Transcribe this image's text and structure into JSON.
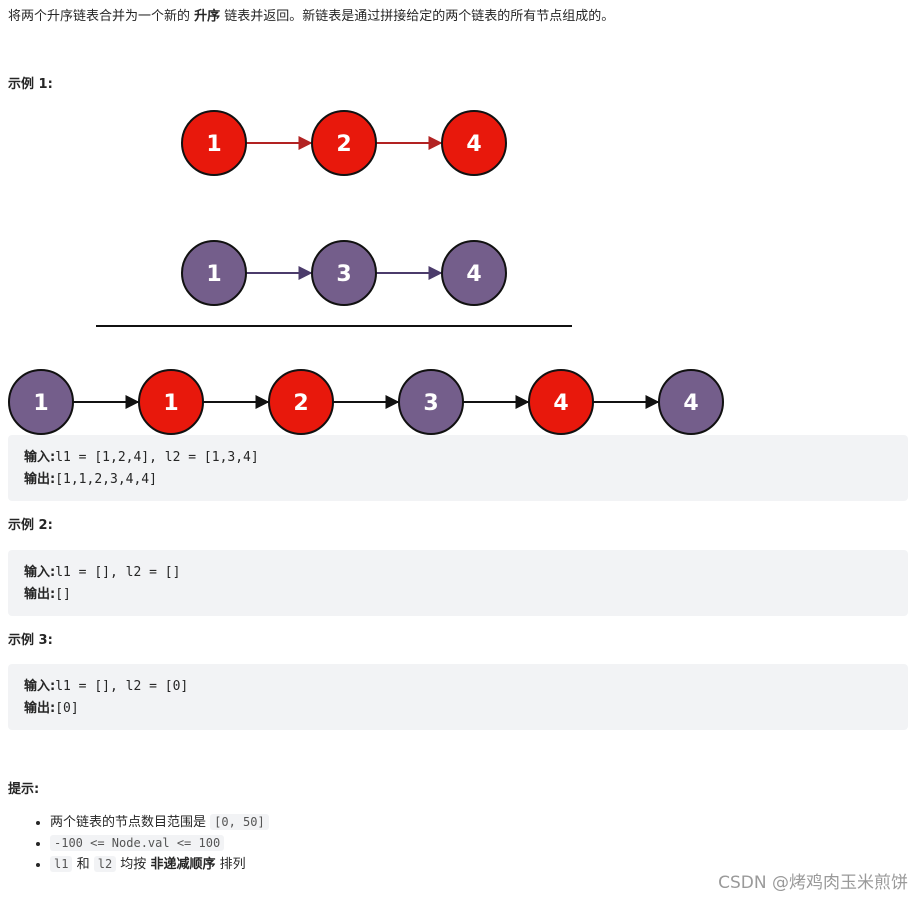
{
  "intro": {
    "part1": "将两个升序链表合并为一个新的 ",
    "bold": "升序",
    "part2": " 链表并返回。新链表是通过拼接给定的两个链表的所有节点组成的。"
  },
  "example1": {
    "title": "示例 1:",
    "input_label": "输入:",
    "input_value": "l1 = [1,2,4], l2 = [1,3,4]",
    "output_label": "输出:",
    "output_value": "[1,1,2,3,4,4]"
  },
  "example2": {
    "title": "示例 2:",
    "input_label": "输入:",
    "input_value": "l1 = [], l2 = []",
    "output_label": "输出:",
    "output_value": "[]"
  },
  "example3": {
    "title": "示例 3:",
    "input_label": "输入:",
    "input_value": "l1 = [], l2 = [0]",
    "output_label": "输出:",
    "output_value": "[0]"
  },
  "diagram": {
    "colors": {
      "red": "#e8180c",
      "purple": "#745e8b",
      "red_arrow": "#b22222",
      "purple_arrow": "#4b3b6b",
      "black_arrow": "#111111"
    },
    "list1": [
      {
        "label": "1",
        "color": "red"
      },
      {
        "label": "2",
        "color": "red"
      },
      {
        "label": "4",
        "color": "red"
      }
    ],
    "list2": [
      {
        "label": "1",
        "color": "purple"
      },
      {
        "label": "3",
        "color": "purple"
      },
      {
        "label": "4",
        "color": "purple"
      }
    ],
    "merged": [
      {
        "label": "1",
        "color": "purple"
      },
      {
        "label": "1",
        "color": "red"
      },
      {
        "label": "2",
        "color": "red"
      },
      {
        "label": "3",
        "color": "purple"
      },
      {
        "label": "4",
        "color": "red"
      },
      {
        "label": "4",
        "color": "purple"
      }
    ]
  },
  "hints": {
    "title": "提示:",
    "item1_text": "两个链表的节点数目范围是 ",
    "item1_code": "[0, 50]",
    "item2_code": "-100 <= Node.val <= 100",
    "item3_code1": "l1",
    "item3_and": " 和 ",
    "item3_code2": "l2",
    "item3_mid": " 均按 ",
    "item3_bold": "非递减顺序",
    "item3_end": " 排列"
  },
  "watermark": "CSDN @烤鸡肉玉米煎饼"
}
